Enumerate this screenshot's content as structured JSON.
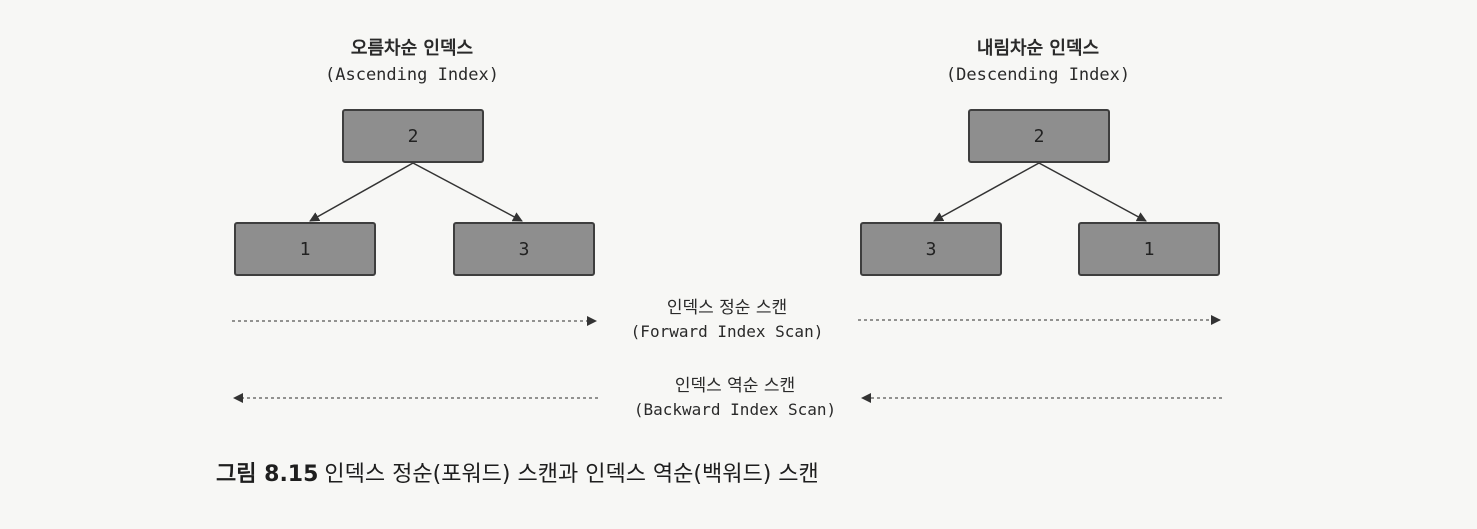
{
  "ascending": {
    "title_ko": "오름차순 인덱스",
    "title_en": "(Ascending Index)",
    "root": "2",
    "left": "1",
    "right": "3"
  },
  "descending": {
    "title_ko": "내림차순 인덱스",
    "title_en": "(Descending Index)",
    "root": "2",
    "left": "3",
    "right": "1"
  },
  "forward_scan": {
    "label_ko": "인덱스 정순 스캔",
    "label_en": "(Forward Index Scan)"
  },
  "backward_scan": {
    "label_ko": "인덱스 역순 스캔",
    "label_en": "(Backward Index Scan)"
  },
  "caption": {
    "number": "그림 8.15",
    "text": "인덱스 정순(포워드) 스캔과 인덱스 역순(백워드) 스캔"
  }
}
